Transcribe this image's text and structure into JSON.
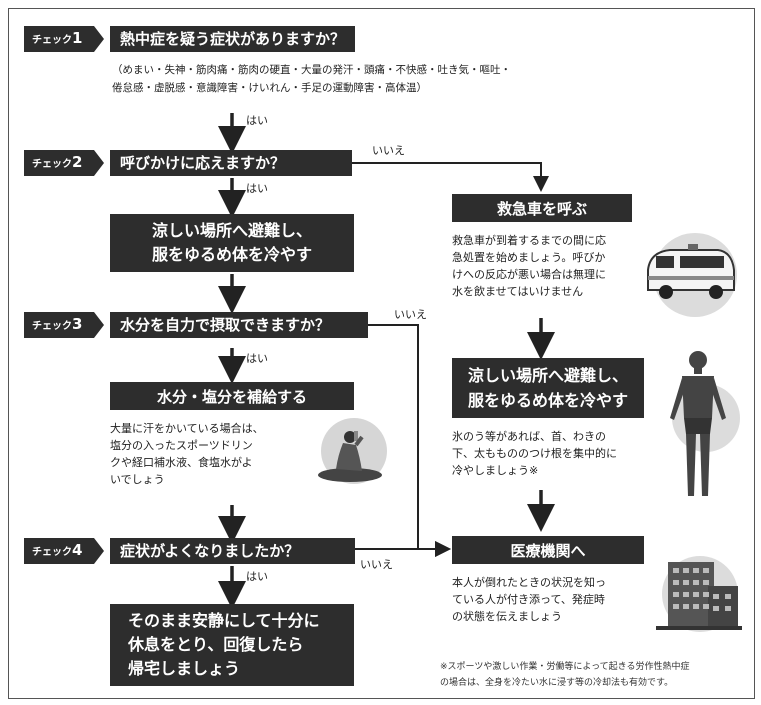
{
  "check_prefix": "チェック",
  "checks": [
    {
      "num": "1",
      "question": "熱中症を疑う症状がありますか？"
    },
    {
      "num": "2",
      "question": "呼びかけに応えますか？"
    },
    {
      "num": "3",
      "question": "水分を自力で摂取できますか？"
    },
    {
      "num": "4",
      "question": "症状がよくなりましたか？"
    }
  ],
  "symptoms_line1": "（めまい・失神・筋肉痛・筋肉の硬直・大量の発汗・頭痛・不快感・吐き気・嘔吐・",
  "symptoms_line2": "倦怠感・虚脱感・意識障害・けいれん・手足の運動障害・高体温）",
  "yes_label": "はい",
  "no_label": "いいえ",
  "left": {
    "cool_line1": "涼しい場所へ避難し、",
    "cool_line2": "服をゆるめ体を冷やす",
    "hydrate_title": "水分・塩分を補給する",
    "hydrate_lines": [
      "大量に汗をかいている場合は、",
      "塩分の入ったスポーツドリン",
      "クや経口補水液、食塩水がよ",
      "いでしょう"
    ],
    "rest_lines": [
      "そのまま安静にして十分に",
      "休息をとり、回復したら",
      "帰宅しましょう"
    ]
  },
  "right": {
    "ambulance_title": "救急車を呼ぶ",
    "ambulance_lines": [
      "救急車が到着するまでの間に応",
      "急処置を始めましょう。呼びか",
      "けへの反応が悪い場合は無理に",
      "水を飲ませてはいけません"
    ],
    "cool_line1": "涼しい場所へ避難し、",
    "cool_line2": "服をゆるめ体を冷やす",
    "cool_lines": [
      "氷のう等があれば、首、わきの",
      "下、太ももののつけ根を集中的に",
      "冷やしましょう※"
    ],
    "hospital_title": "医療機関へ",
    "hospital_lines": [
      "本人が倒れたときの状況を知っ",
      "ている人が付き添って、発症時",
      "の状態を伝えましょう"
    ]
  },
  "footnote_line1": "※スポーツや激しい作業・労働等によって起きる労作性熱中症",
  "footnote_line2": "の場合は、全身を冷たい水に浸す等の冷却法も有効です。"
}
